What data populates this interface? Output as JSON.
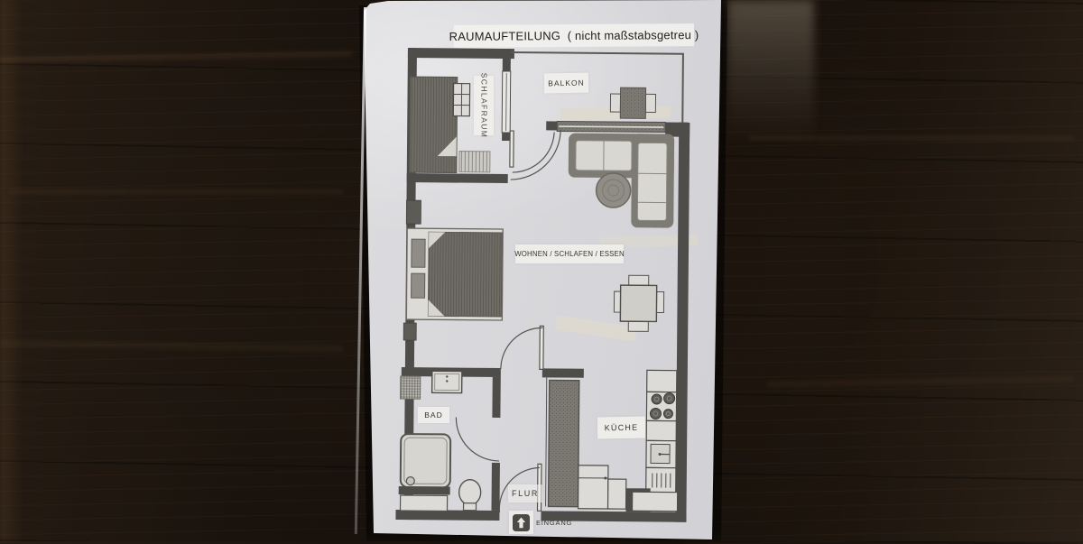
{
  "photo": {
    "title": "RAUMAUFTEILUNG  ( nicht maßstabsgetreu )",
    "rooms": {
      "schlafraum": "SCHLAFRAUM",
      "balkon": "BALKON",
      "wohnen_schlafen_essen": "WOHNEN / SCHLAFEN / ESSEN",
      "bad": "BAD",
      "kueche": "KÜCHE",
      "flur": "FLUR"
    },
    "entrance_label": "EINGANG",
    "colors": {
      "paper": "#d8d8db",
      "pencil_wall": "#4f4d4a",
      "furniture_dark": "#7d7b73",
      "table_wood": "#1b1410",
      "label_text": "#38362f"
    }
  }
}
